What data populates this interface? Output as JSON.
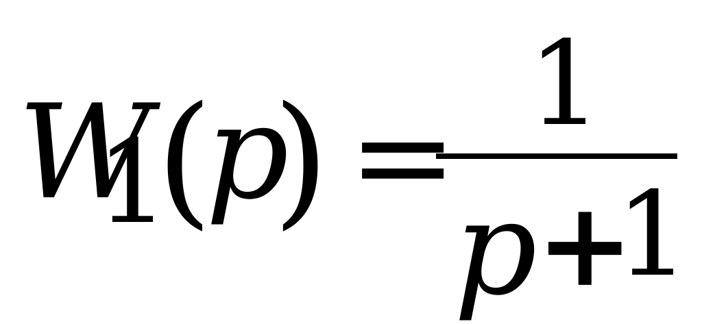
{
  "formula": {
    "lhs": {
      "function_symbol": "W",
      "subscript": "1",
      "open_paren": "(",
      "argument": "p",
      "close_paren": ")"
    },
    "equals": "=",
    "rhs": {
      "numerator": "1",
      "denominator": {
        "variable": "p",
        "operator": "+",
        "constant": "1"
      }
    }
  }
}
